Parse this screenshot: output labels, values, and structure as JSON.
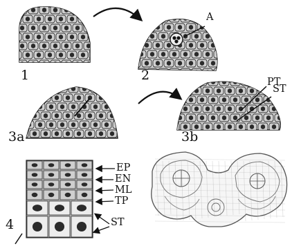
{
  "panels": {
    "p1": "1",
    "p2": "2",
    "p3a": "3a",
    "p3b": "3b",
    "p4": "4"
  },
  "annotations": {
    "a": "A",
    "pt": "PT",
    "st_3b": "ST",
    "ep": "EP",
    "en": "EN",
    "ml": "ML",
    "tp": "TP",
    "st_4": "ST"
  },
  "colors": {
    "ink": "#1a1a1a",
    "cell_fill": "#cfcfcf",
    "nucleus": "#2b2b2b",
    "pale_cell": "#ededed"
  }
}
